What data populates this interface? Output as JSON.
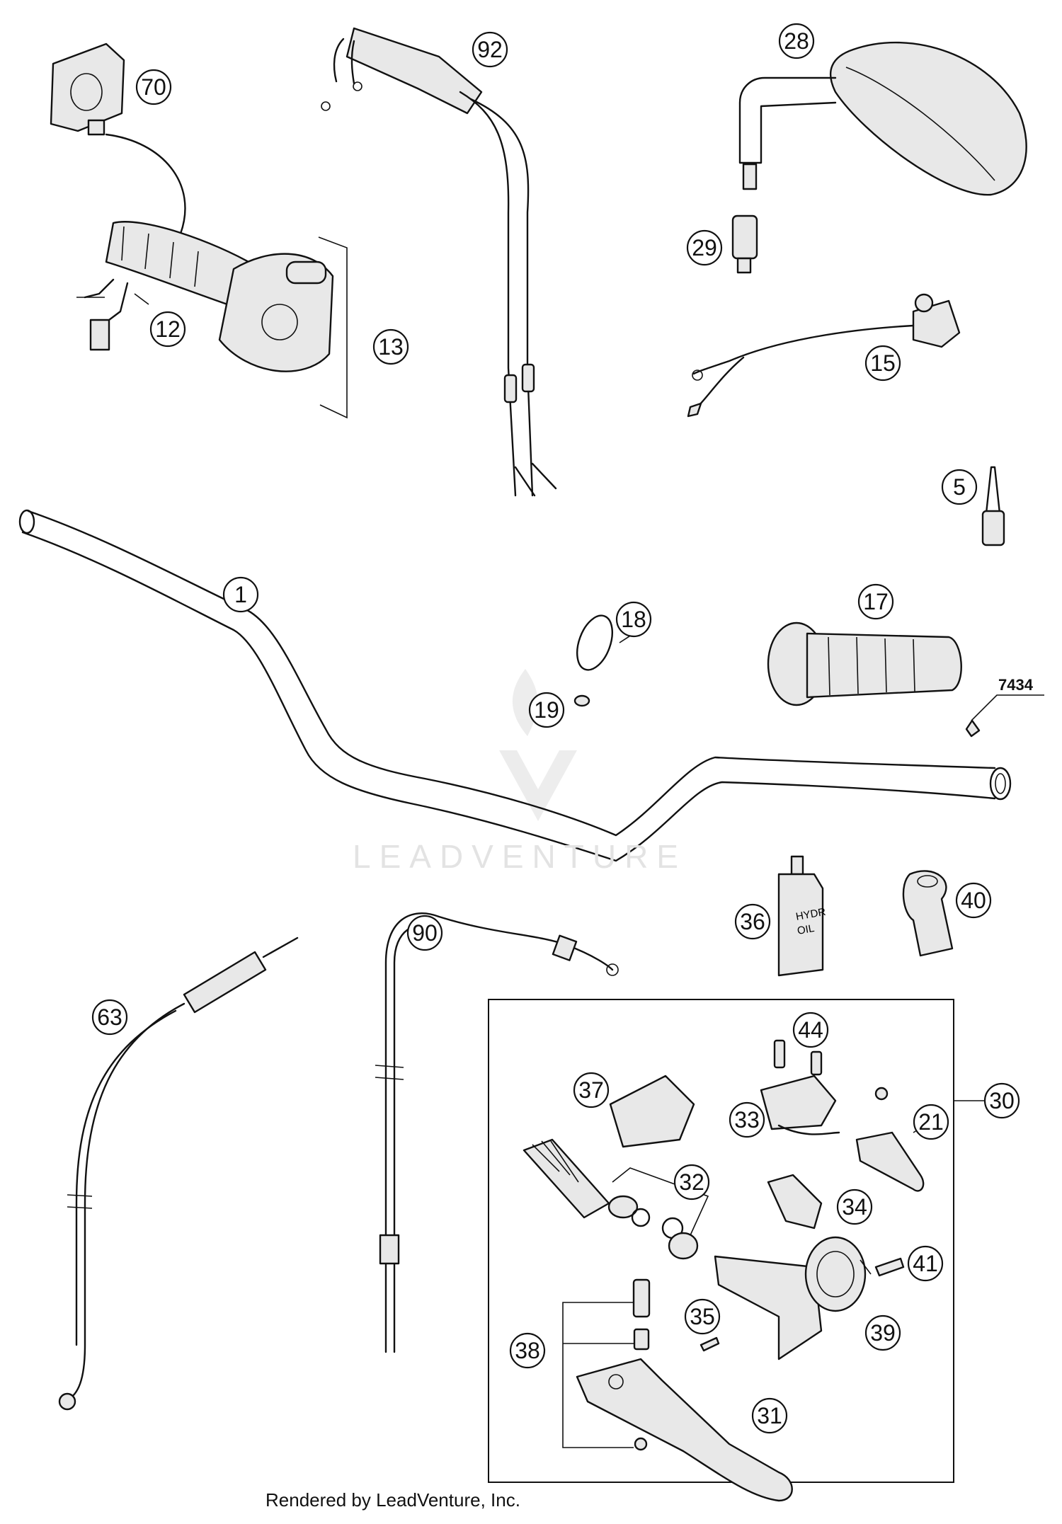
{
  "diagram": {
    "callouts": [
      "1",
      "5",
      "12",
      "13",
      "15",
      "17",
      "18",
      "19",
      "21",
      "28",
      "29",
      "30",
      "31",
      "32",
      "33",
      "34",
      "35",
      "36",
      "37",
      "38",
      "39",
      "40",
      "41",
      "44",
      "63",
      "70",
      "90",
      "92"
    ],
    "part_code": "7434",
    "bottle_label_line1": "HYDR",
    "bottle_label_line2": "OIL",
    "watermark": "LEADVENTURE",
    "credit": "Rendered by LeadVenture, Inc."
  }
}
